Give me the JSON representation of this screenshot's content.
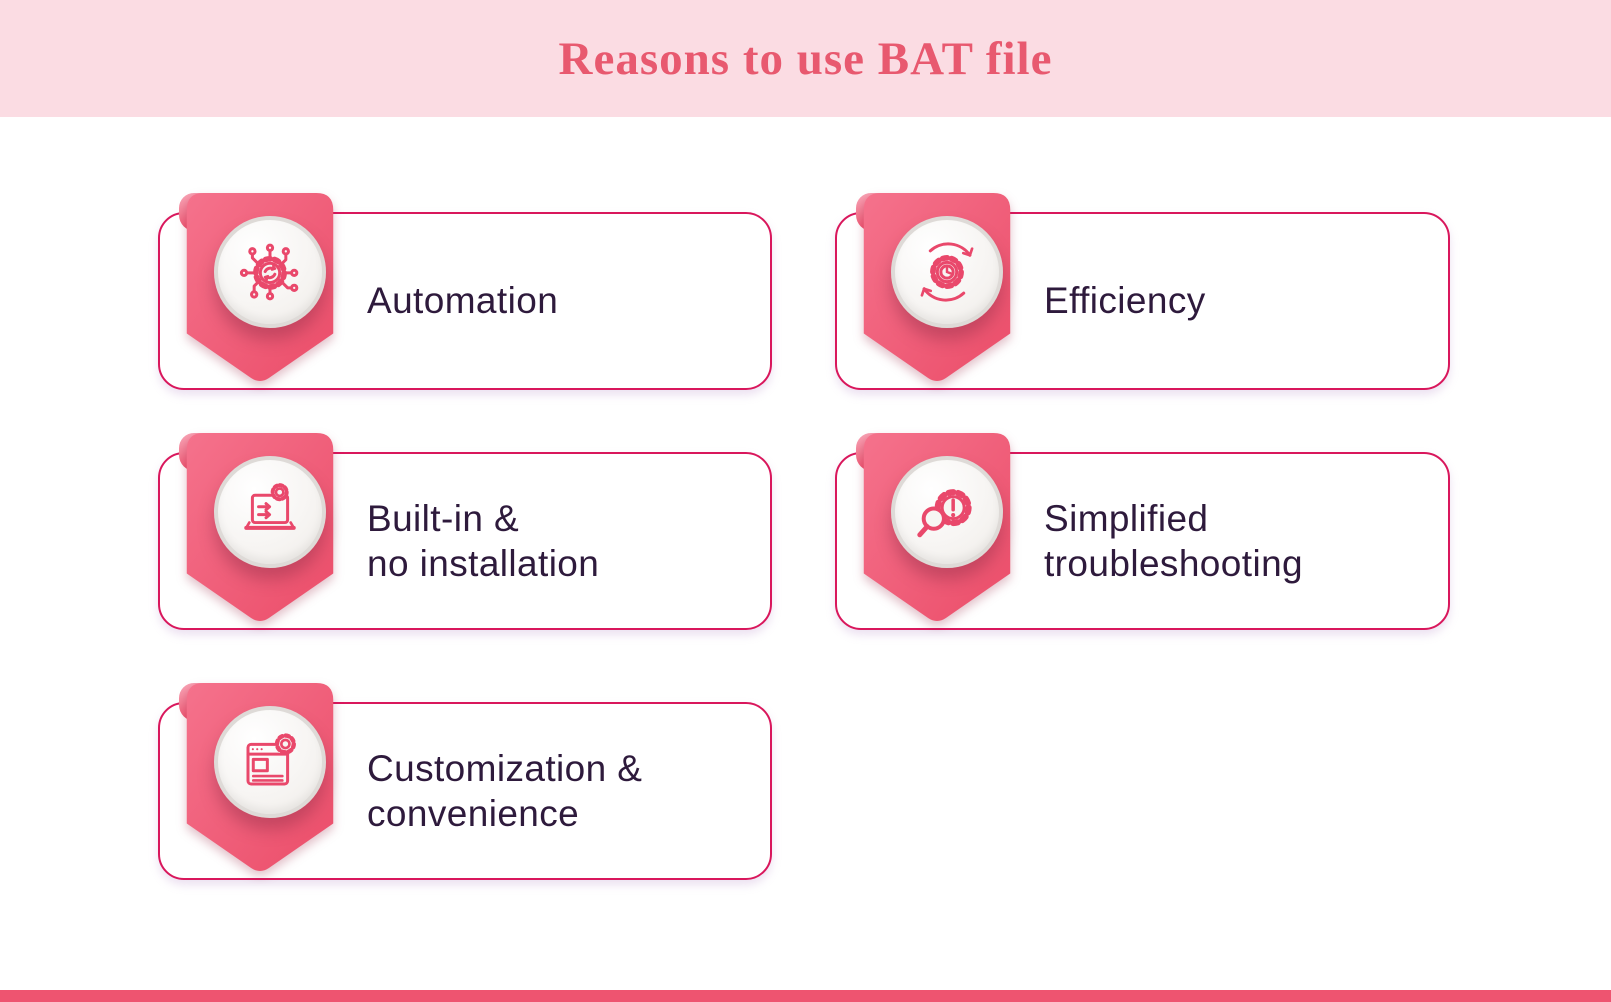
{
  "header": {
    "title": "Reasons to use BAT file"
  },
  "cards": [
    {
      "label": "Automation",
      "icon": "automation-circuit-gear-icon"
    },
    {
      "label": "Efficiency",
      "icon": "efficiency-gear-clock-cycle-icon"
    },
    {
      "label": "Built-in &\nno installation",
      "icon": "builtin-laptop-arrows-gear-icon"
    },
    {
      "label": "Simplified\ntroubleshooting",
      "icon": "troubleshooting-magnifier-gear-alert-icon"
    },
    {
      "label": "Customization &\nconvenience",
      "icon": "customization-browser-gear-icon"
    }
  ],
  "colors": {
    "header_bg": "#FBDCE3",
    "title_text": "#E8596F",
    "ribbon": "#EE5470",
    "ribbon_light": "#F7A0B2",
    "card_border": "#D9175C",
    "card_bg": "#FFFFFF",
    "label_text": "#2E1A3C",
    "icon_stroke": "#E9486B",
    "badge_ring": "#DEDAD7",
    "badge_bg": "#F7F5F3",
    "footer_bar": "#EE5470",
    "page_bg": "#FFFFFF"
  }
}
